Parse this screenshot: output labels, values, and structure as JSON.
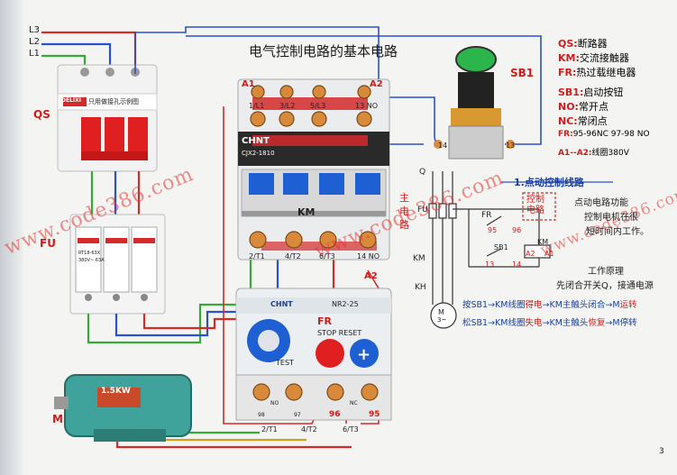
{
  "lines": {
    "l3": "L3",
    "l2": "L2",
    "l1": "L1"
  },
  "title": "电气控制电路的基本电路",
  "qs": {
    "label": "QS",
    "brand": "DELIXI",
    "note": "只用做接孔示例图"
  },
  "fu": {
    "label": "FU",
    "fuse_model": "RT18-63X",
    "fuse_rating": "380V~ 63A"
  },
  "contactor": {
    "brand": "CHNT",
    "model": "CJX2-1810",
    "label": "KM",
    "top_terminals": [
      "1/L1",
      "3/L2",
      "5/L3",
      "13 NO"
    ],
    "bottom_terminals": [
      "2/T1",
      "4/T2",
      "6/T3",
      "14 NO"
    ],
    "coil_top": "A1",
    "coil_top2": "A2",
    "coil_bottom": "A2"
  },
  "sb1": {
    "label": "SB1",
    "term_left": "14",
    "term_right": "13"
  },
  "side_label": [
    "主",
    "电",
    "路"
  ],
  "relay": {
    "brand": "CHNT",
    "model": "NR2-25",
    "label": "FR",
    "stop_reset": "STOP RESET",
    "test": "TEST",
    "term_labels": [
      "98",
      "97",
      "96",
      "NC",
      "95"
    ],
    "bottom_terminals": [
      "2/T1",
      "4/T2",
      "6/T3"
    ],
    "mark96": "96",
    "mark95": "95"
  },
  "motor": {
    "label": "M",
    "power": "1.5KW"
  },
  "legend": [
    {
      "key": "QS:",
      "text": "断路器"
    },
    {
      "key": "KM:",
      "text": "交流接触器"
    },
    {
      "key": "FR:",
      "text": "热过载继电器"
    },
    {
      "key": "SB1:",
      "text": "启动按钮"
    },
    {
      "key": "NO:",
      "text": "常开点"
    },
    {
      "key": "NC:",
      "text": "常闭点"
    },
    {
      "key": "FR:",
      "text": "95-96NC  97-98 NO"
    },
    {
      "key": "A1--A2:",
      "text": "线圈380V"
    }
  ],
  "schematic": {
    "section_title": "1.点动控制线路",
    "q": "Q",
    "fu": "FU",
    "km": "KM",
    "kh": "KH",
    "motor": "M",
    "motor_sub": "3~",
    "fr": "FR",
    "n95": "95",
    "n96": "96",
    "sb1": "SB1",
    "n13": "13",
    "n14": "14",
    "km_coil": "KM",
    "a2": "A2",
    "a1": "A1",
    "control_box": [
      "控制",
      "电路"
    ]
  },
  "function_text": [
    "点动电路功能",
    "控制电机在很",
    "短时间内工作。"
  ],
  "principle_title": "工作原理",
  "principle_text": "先闭合开关Q，接通电源",
  "flow1": {
    "a": "按SB1",
    "b": "→KM线圈",
    "c": "得电",
    "d": "→KM主触头闭合→M",
    "e": "运转"
  },
  "flow2": {
    "a": "松SB1",
    "b": "→KM线圈",
    "c": "失电",
    "d": "→KM主触头",
    "e": "恢复",
    "f": "→M停转"
  },
  "watermark": "www.code386.com",
  "page_number": "3"
}
